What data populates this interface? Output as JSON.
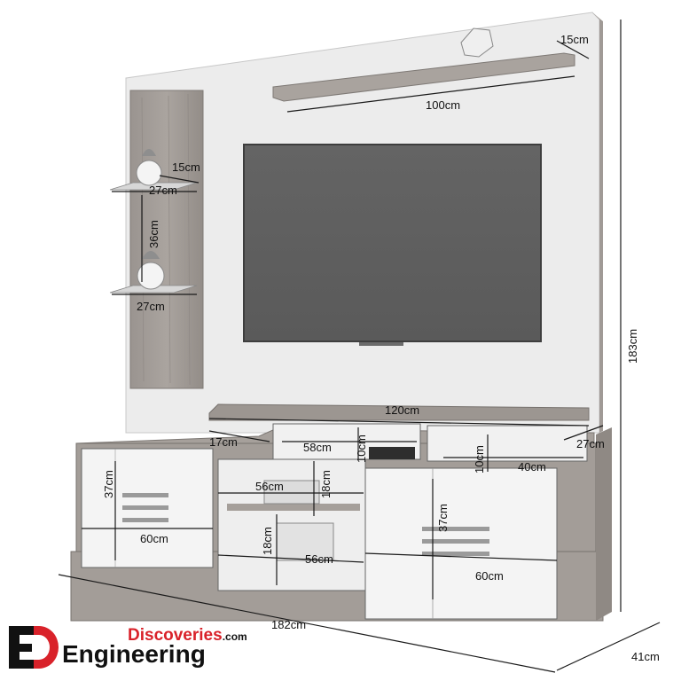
{
  "diagram": {
    "dimensions": {
      "top_shelf_depth": "15cm",
      "top_shelf_width": "100cm",
      "side_shelf_depth": "15cm",
      "side_shelf_upper_width": "27cm",
      "side_shelf_spacing": "36cm",
      "side_shelf_lower_width": "27cm",
      "total_height": "183cm",
      "tv_top_width": "120cm",
      "left_niche_width": "17cm",
      "center_niche_width": "58cm",
      "center_niche_height": "10cm",
      "right_niche_height": "10cm",
      "right_niche_width": "40cm",
      "unit_depth": "27cm",
      "left_door_height": "37cm",
      "left_door_width": "60cm",
      "middle_upper_shelf_width": "56cm",
      "middle_upper_shelf_height": "18cm",
      "middle_lower_shelf_height": "18cm",
      "middle_lower_shelf_width": "56cm",
      "right_door_height": "37cm",
      "right_door_width": "60cm",
      "total_width": "182cm",
      "total_depth": "41cm"
    }
  },
  "brand": {
    "name_top": "Discoveries",
    "name_top_suffix": ".com",
    "name_bottom": "Engineering",
    "mark": "ED-logo-icon",
    "colors": {
      "red": "#d9222a",
      "black": "#111111"
    }
  }
}
